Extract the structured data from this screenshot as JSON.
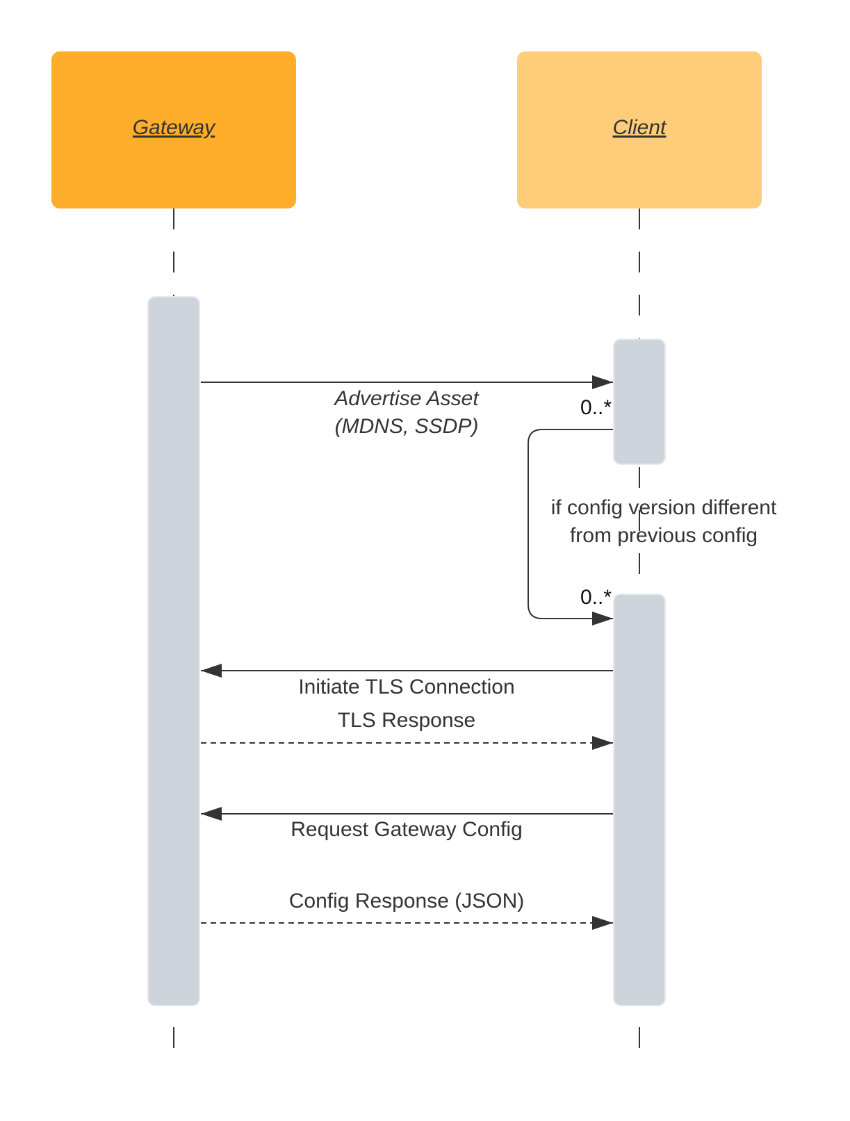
{
  "diagram": {
    "participants": {
      "gateway": {
        "label": "Gateway",
        "color": "#FEAE2B"
      },
      "client": {
        "label": "Client",
        "color": "#FFCC7A"
      }
    },
    "activation_color": "#CED4DC",
    "line_color": "#333333",
    "messages": {
      "advertise_line1": "Advertise Asset",
      "advertise_line2": "(MDNS, SSDP)",
      "initiate_tls": "Initiate TLS Connection",
      "tls_response": "TLS Response",
      "request_config": "Request Gateway Config",
      "config_response": "Config Response (JSON)"
    },
    "self_message": {
      "line1": "if config version different",
      "line2": "from previous config",
      "multiplicity_top": "0..*",
      "multiplicity_bottom": "0..*"
    }
  }
}
